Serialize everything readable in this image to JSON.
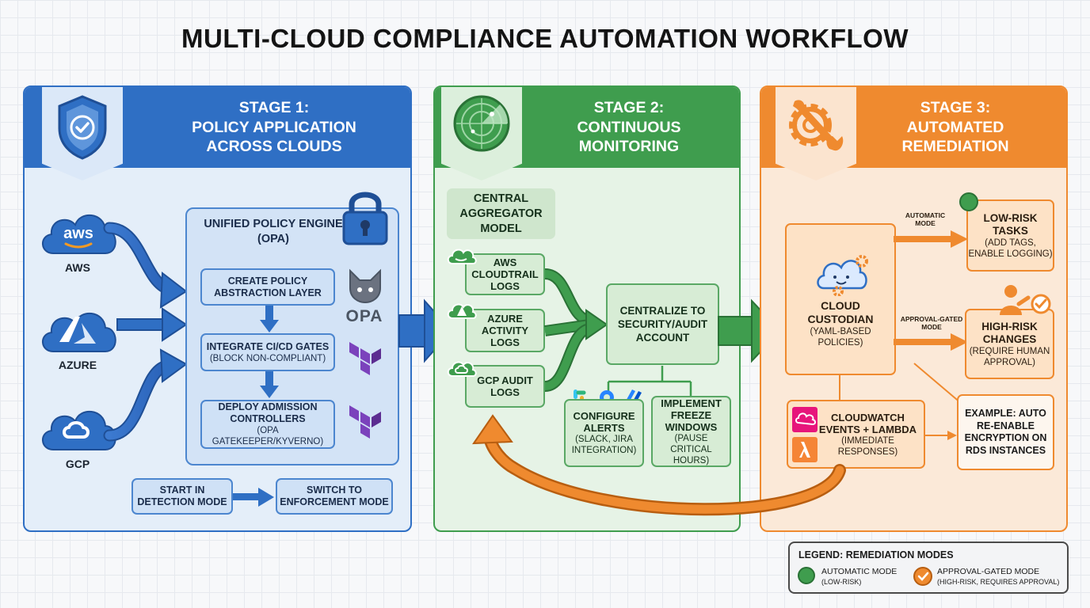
{
  "title": "MULTI-CLOUD COMPLIANCE AUTOMATION WORKFLOW",
  "colors": {
    "stage1": "#2f6fc4",
    "stage2": "#3f9d4e",
    "stage3": "#ef8a2f",
    "automatic": "#3f9d4e",
    "approval": "#ef8a2f"
  },
  "stage1": {
    "title_line1": "STAGE 1:",
    "title_line2": "POLICY APPLICATION",
    "title_line3": "ACROSS CLOUDS",
    "icon": "shield-check-icon",
    "clouds": {
      "aws": "AWS",
      "aws_logo": "aws",
      "azure": "AZURE",
      "gcp": "GCP"
    },
    "engine_title": "UNIFIED POLICY ENGINE (OPA)",
    "opa_label": "OPA",
    "steps": [
      {
        "title": "CREATE POLICY ABSTRACTION LAYER",
        "sub": ""
      },
      {
        "title": "INTEGRATE CI/CD GATES",
        "sub": "(BLOCK NON-COMPLIANT)"
      },
      {
        "title": "DEPLOY ADMISSION CONTROLLERS",
        "sub": "(OPA GATEKEEPER/KYVERNO)"
      }
    ],
    "mode_start": "START IN DETECTION MODE",
    "mode_switch": "SWITCH TO ENFORCEMENT MODE"
  },
  "stage2": {
    "title_line1": "STAGE 2:",
    "title_line2": "CONTINUOUS",
    "title_line3": "MONITORING",
    "icon": "radar-icon",
    "aggregator": "CENTRAL AGGREGATOR MODEL",
    "logs": [
      "AWS CLOUDTRAIL LOGS",
      "AZURE ACTIVITY LOGS",
      "GCP AUDIT LOGS"
    ],
    "centralize": "CENTRALIZE TO SECURITY/AUDIT ACCOUNT",
    "alerts_title": "CONFIGURE ALERTS",
    "alerts_sub": "(SLACK, JIRA INTEGRATION)",
    "freeze_title": "IMPLEMENT FREEZE WINDOWS",
    "freeze_sub": "(PAUSE CRITICAL HOURS)"
  },
  "stage3": {
    "title_line1": "STAGE 3:",
    "title_line2": "AUTOMATED",
    "title_line3": "REMEDIATION",
    "icon": "wrench-gear-icon",
    "custodian_title": "CLOUD CUSTODIAN",
    "custodian_sub": "(YAML-BASED POLICIES)",
    "automatic_mode": "AUTOMATIC MODE",
    "approval_mode": "APPROVAL-GATED MODE",
    "low_risk_title": "LOW-RISK TASKS",
    "low_risk_sub": "(ADD TAGS, ENABLE LOGGING)",
    "high_risk_title": "HIGH-RISK CHANGES",
    "high_risk_sub": "(REQUIRE HUMAN APPROVAL)",
    "cloudwatch_title": "CLOUDWATCH EVENTS + LAMBDA",
    "cloudwatch_sub": "(IMMEDIATE RESPONSES)",
    "example": "EXAMPLE: AUTO RE-ENABLE ENCRYPTION ON RDS INSTANCES"
  },
  "legend": {
    "title": "LEGEND: REMEDIATION MODES",
    "automatic": "AUTOMATIC MODE",
    "automatic_sub": "(LOW-RISK)",
    "approval": "APPROVAL-GATED MODE",
    "approval_sub": "(HIGH-RISK, REQUIRES APPROVAL)"
  }
}
